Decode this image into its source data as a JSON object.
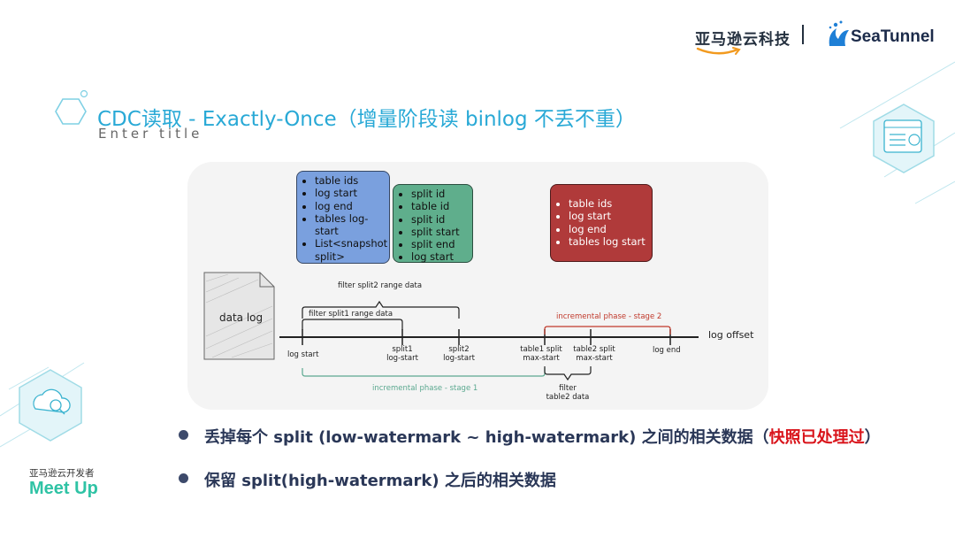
{
  "header": {
    "brand_cn": "亚马逊云科技",
    "brand_product": "SeaTunnel"
  },
  "title": {
    "main": "CDC读取 - Exactly-Once（增量阶段读 binlog 不丢不重）",
    "sub": "Enter title"
  },
  "diagram": {
    "box_blue": [
      "table ids",
      "log start",
      "log end",
      "tables log-start",
      "List<snapshot split>"
    ],
    "box_green": [
      "split id",
      "table id",
      "split id",
      "split start",
      "split end",
      "log start"
    ],
    "box_red": [
      "table ids",
      "log start",
      "log end",
      "tables log start"
    ],
    "data_log": "data log",
    "log_offset": "log offset",
    "filter_split2": "filter split2 range data",
    "filter_split1": "filter split1 range data",
    "incremental_stage2": "incremental phase - stage 2",
    "incremental_stage1": "incremental phase - stage 1",
    "ticks": {
      "log_start": "log start",
      "split1": "split1",
      "split1_sub": "log-start",
      "split2": "split2",
      "split2_sub": "log-start",
      "table1": "table1 split",
      "table1_sub": "max-start",
      "table2": "table2 split",
      "table2_sub": "max-start",
      "log_end": "log end"
    },
    "filter_table2": "filter",
    "filter_table2_sub": "table2 data"
  },
  "bullets": {
    "b1_text": "丢掉每个 split (low-watermark ~ high-watermark) 之间的相关数据（",
    "b1_red": "快照已处理过",
    "b1_end": "）",
    "b2_text": "保留 split(high-watermark) 之后的相关数据"
  },
  "footer": {
    "community": "亚马逊云开发者",
    "event": "Meet Up"
  },
  "colors": {
    "accent": "#29a9d6",
    "meetup": "#2fc3a5",
    "highlight": "#d9141b",
    "stage1": "#5aa88f",
    "stage2": "#c0392b"
  }
}
